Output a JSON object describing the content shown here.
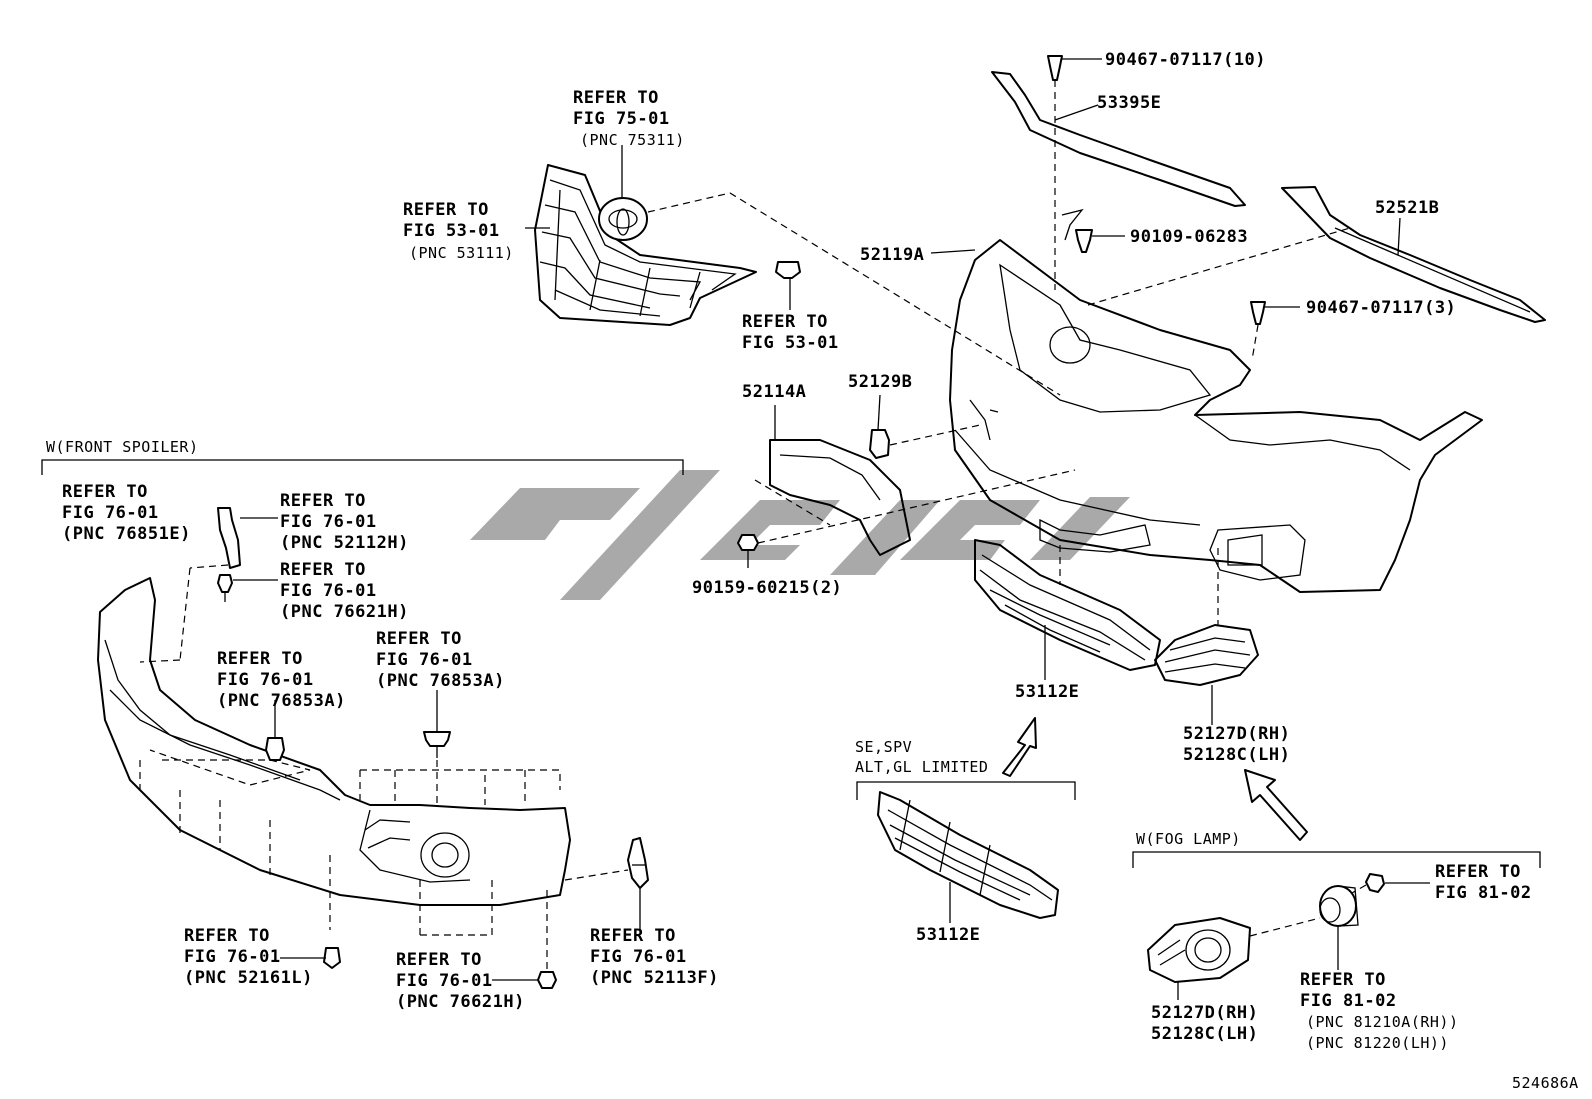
{
  "labels": {
    "ref_75_01": [
      "REFER TO",
      "FIG 75-01",
      "(PNC 75311)"
    ],
    "ref_53_01_grille": [
      "REFER TO",
      "FIG 53-01",
      "(PNC 53111)"
    ],
    "ref_53_01_clip": [
      "REFER TO",
      "FIG 53-01"
    ],
    "p_90467_10": "90467-07117(10)",
    "p_53395E": "53395E",
    "p_52521B": "52521B",
    "p_90109": "90109-06283",
    "p_52119A": "52119A",
    "p_90467_3": "90467-07117(3)",
    "p_52114A": "52114A",
    "p_52129B": "52129B",
    "p_90159": "90159-60215(2)",
    "p_53112E_top": "53112E",
    "p_52127D_top": "52127D(RH)",
    "p_52128C_top": "52128C(LH)",
    "front_spoiler_title": "W(FRONT SPOILER)",
    "ref_76851E": [
      "REFER TO",
      "FIG 76-01",
      "(PNC 76851E)"
    ],
    "ref_52112H": [
      "REFER TO",
      "FIG 76-01",
      "(PNC 52112H)"
    ],
    "ref_76621H_top": [
      "REFER TO",
      "FIG 76-01",
      "(PNC 76621H)"
    ],
    "ref_76853A_left": [
      "REFER TO",
      "FIG 76-01",
      "(PNC 76853A)"
    ],
    "ref_76853A_right": [
      "REFER TO",
      "FIG 76-01",
      "(PNC 76853A)"
    ],
    "ref_52161L": [
      "REFER TO",
      "FIG 76-01",
      "(PNC 52161L)"
    ],
    "ref_76621H_bottom": [
      "REFER TO",
      "FIG 76-01",
      "(PNC 76621H)"
    ],
    "ref_52113F": [
      "REFER TO",
      "FIG 76-01",
      "(PNC 52113F)"
    ],
    "variant_title": [
      "SE,SPV",
      "ALT,GL LIMITED"
    ],
    "p_53112E_bottom": "53112E",
    "fog_lamp_title": "W(FOG LAMP)",
    "ref_81_02_clip": [
      "REFER TO",
      "FIG 81-02"
    ],
    "ref_81_02_lamp": [
      "REFER TO",
      "FIG 81-02",
      "(PNC 81210A(RH))",
      "(PNC 81220(LH))"
    ],
    "p_52127D_bottom": "52127D(RH)",
    "p_52128C_bottom": "52128C(LH)",
    "figure_id": "524686A"
  },
  "watermark": {
    "color": "#9a9a9a"
  }
}
